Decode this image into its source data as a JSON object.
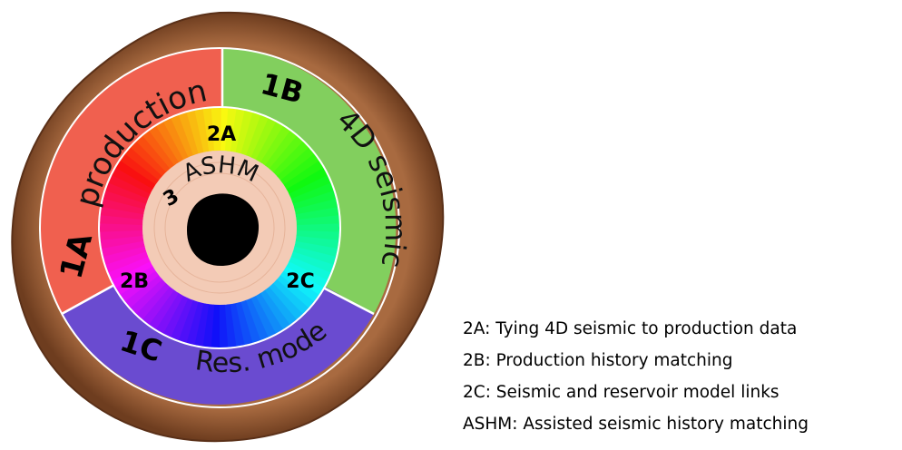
{
  "outer_ring": {
    "segments": [
      {
        "code": "1A",
        "label": "production",
        "color": "#f0604f"
      },
      {
        "code": "1B",
        "label": "4D seismic",
        "color": "#7fcc5a"
      },
      {
        "code": "1C",
        "label": "Res. model",
        "color": "#6a4bd0"
      }
    ]
  },
  "middle_ring": {
    "labels": [
      "2A",
      "2B",
      "2C"
    ]
  },
  "inner_ring": {
    "number": "3",
    "label": "ASHM",
    "color": "#f3cbb6"
  },
  "core": {
    "color": "#000000"
  },
  "bark": {
    "color": "#9a5a33"
  },
  "legend": [
    "2A: Tying 4D seismic to production data",
    "2B: Production history matching",
    "2C: Seismic and reservoir model links",
    "ASHM: Assisted seismic history matching"
  ]
}
